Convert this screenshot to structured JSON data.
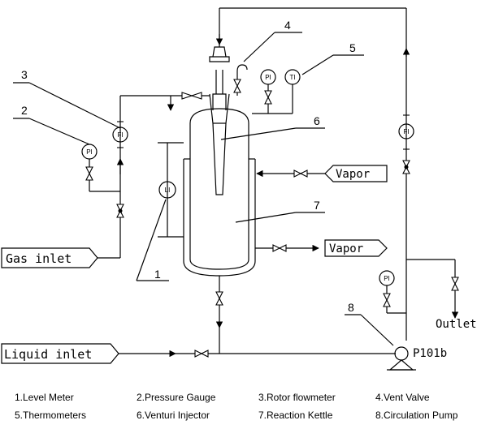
{
  "streams": {
    "gas_inlet": "Gas inlet",
    "liquid_inlet": "Liquid inlet",
    "vapor_in": "Vapor",
    "vapor_out": "Vapor",
    "outlet": "Outlet"
  },
  "pump_tag": "P101b",
  "instruments": {
    "pi_gas": "PI",
    "fi_gas": "FI",
    "li": "LI",
    "pi_top": "PI",
    "ti_top": "TI",
    "fi_recycle": "FI",
    "pi_pump": "PI"
  },
  "callouts": [
    "1",
    "2",
    "3",
    "4",
    "5",
    "6",
    "7",
    "8"
  ],
  "legend": [
    "1.Level Meter",
    "2.Pressure Gauge",
    "3.Rotor flowmeter",
    "4.Vent Valve",
    "5.Thermometers",
    "6.Venturi Injector",
    "7.Reaction Kettle",
    "8.Circulation Pump"
  ]
}
